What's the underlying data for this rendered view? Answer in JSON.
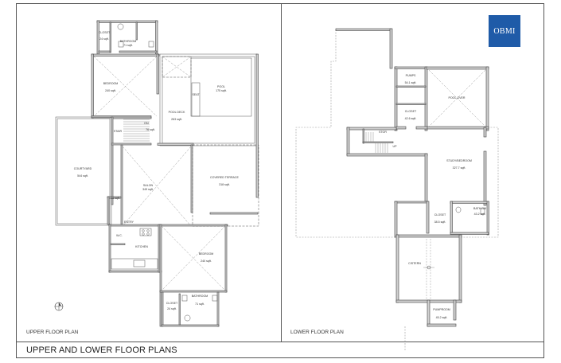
{
  "sheet": {
    "title": "UPPER AND LOWER FLOOR PLANS",
    "logo": "OBMI"
  },
  "upper_plan": {
    "label": "UPPER FLOOR PLAN",
    "rooms": [
      {
        "name": "CLOSET",
        "area": "24 sqft."
      },
      {
        "name": "BATHROOM",
        "area": "71 sqft."
      },
      {
        "name": "BEDROOM",
        "area": "240 sqft."
      },
      {
        "name": "POOL",
        "area": "175 sqft."
      },
      {
        "name": "SEAT",
        "area": ""
      },
      {
        "name": "POOL DECK",
        "area": "263 sqft."
      },
      {
        "name": "STAIR",
        "area": ""
      },
      {
        "name": "DN",
        "area": "76 sqft."
      },
      {
        "name": "COURTYARD",
        "area": "544 sqft."
      },
      {
        "name": "SALON",
        "area": "349 sqft."
      },
      {
        "name": "COVERED TERRACE",
        "area": "318 sqft."
      },
      {
        "name": "",
        "area": "28 sqft."
      },
      {
        "name": "ENTRY",
        "area": ""
      },
      {
        "name": "W.C.",
        "area": ""
      },
      {
        "name": "KITCHEN",
        "area": ""
      },
      {
        "name": "BEDROOM",
        "area": "240 sqft."
      },
      {
        "name": "CLOSET",
        "area": "24 sqft."
      },
      {
        "name": "BATHROOM",
        "area": "71 sqft."
      }
    ]
  },
  "lower_plan": {
    "label": "LOWER FLOOR PLAN",
    "rooms": [
      {
        "name": "PUMPS",
        "area": "54.1 sqft."
      },
      {
        "name": "POOL OVER",
        "area": ""
      },
      {
        "name": "CLOSET",
        "area": "42.6 sqft."
      },
      {
        "name": "STOR",
        "area": ""
      },
      {
        "name": "UP",
        "area": ""
      },
      {
        "name": "STUDY/BEDROOM",
        "area": "327.7 sqft."
      },
      {
        "name": "CLOSET",
        "area": "38.5 sqft."
      },
      {
        "name": "BATH RM",
        "area": "43.2 sqft."
      },
      {
        "name": "CISTERN",
        "area": ""
      },
      {
        "name": "PUMPROOM",
        "area": "45.2 sqft."
      }
    ]
  }
}
